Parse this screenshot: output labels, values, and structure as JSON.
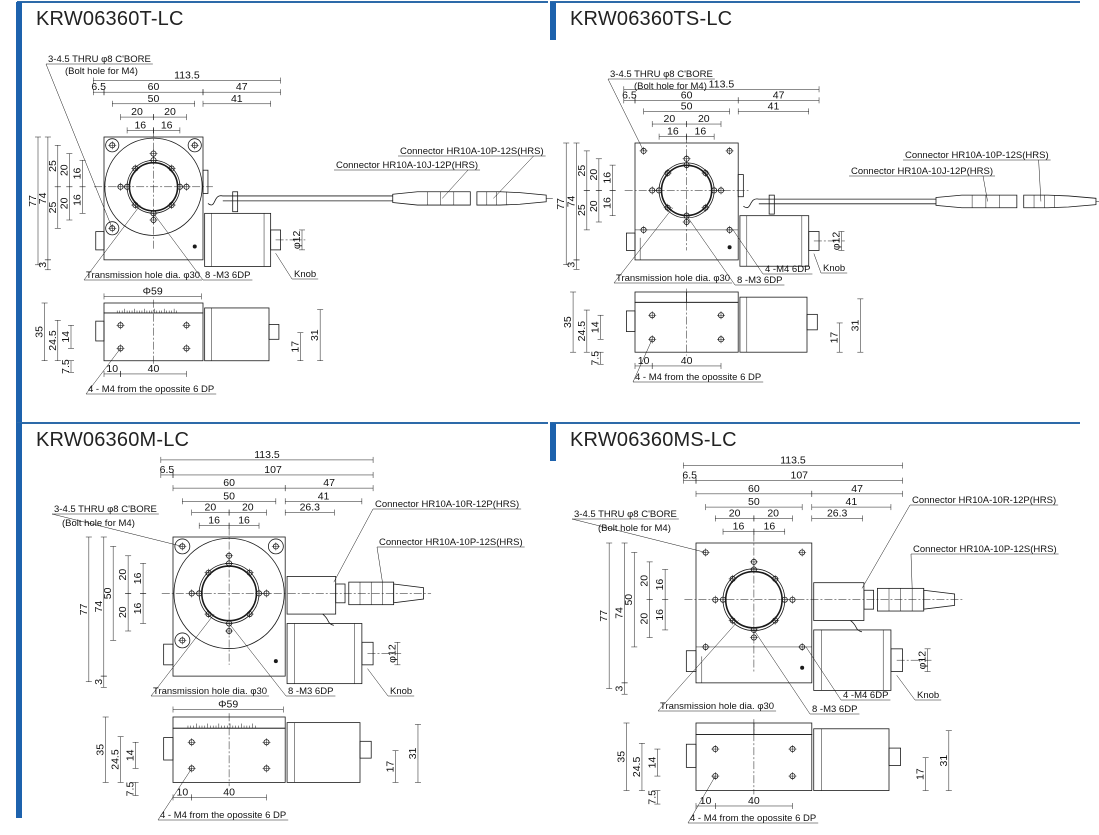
{
  "colors": {
    "accent": "#1d62ad",
    "line": "#2d6aa9",
    "drawing": "#1a1a1a"
  },
  "panels": [
    {
      "title": "KRW06360T-LC",
      "dims": {
        "total": "113.5",
        "d65": "6.5",
        "w60": "60",
        "d47": "47",
        "w50": "50",
        "d41": "41",
        "h20a": "20",
        "h20b": "20",
        "h16a": "16",
        "h16b": "16",
        "v77": "77",
        "v74": "74",
        "v25a": "25",
        "v25b": "25",
        "v20a": "20",
        "v20b": "20",
        "v16a": "16",
        "v16b": "16",
        "v3": "3",
        "phi12": "φ12",
        "phi59": "Φ59",
        "s35": "35",
        "s245": "24.5",
        "s14": "14",
        "s75": "7.5",
        "s10": "10",
        "s40": "40",
        "s17": "17",
        "s31": "31"
      },
      "callouts": {
        "bolt": "3-4.5 THRU φ8 C'BORE",
        "bolt_sub": "(Bolt hole for M4)",
        "transmission": "Transmission hole dia. φ30",
        "m3": "8 -M3 6DP",
        "knob": "Knob",
        "conn_a": "Connector HR10A-10P-12S(HRS)",
        "conn_b": "Connector HR10A-10J-12P(HRS)",
        "side_m4": "4 - M4 from the opossite  6 DP"
      }
    },
    {
      "title": "KRW06360TS-LC",
      "dims": {
        "total": "113.5",
        "d65": "6.5",
        "w60": "60",
        "d47": "47",
        "w50": "50",
        "d41": "41",
        "h20a": "20",
        "h20b": "20",
        "h16a": "16",
        "h16b": "16",
        "v77": "77",
        "v74": "74",
        "v25a": "25",
        "v25b": "25",
        "v20a": "20",
        "v20b": "20",
        "v16a": "16",
        "v16b": "16",
        "v3": "3",
        "phi12": "φ12",
        "s35": "35",
        "s245": "24.5",
        "s14": "14",
        "s75": "7.5",
        "s10": "10",
        "s40": "40",
        "s17": "17",
        "s31": "31"
      },
      "callouts": {
        "bolt": "3-4.5 THRU φ8 C'BORE",
        "bolt_sub": "(Bolt hole for M4)",
        "transmission": "Transmission hole dia. φ30",
        "m3": "8 -M3 6DP",
        "m4": "4 -M4 6DP",
        "knob": "Knob",
        "conn_a": "Connector HR10A-10P-12S(HRS)",
        "conn_b": "Connector HR10A-10J-12P(HRS)",
        "side_m4": "4 - M4 from the opossite  6 DP"
      }
    },
    {
      "title": "KRW06360M-LC",
      "dims": {
        "total": "113.5",
        "d65": "6.5",
        "d107": "107",
        "w60": "60",
        "d47": "47",
        "w50": "50",
        "d41": "41",
        "h20a": "20",
        "h20b": "20",
        "d263": "26.3",
        "h16a": "16",
        "h16b": "16",
        "v77": "77",
        "v74": "74",
        "v50": "50",
        "v20a": "20",
        "v20b": "20",
        "v16a": "16",
        "v16b": "16",
        "v3": "3",
        "phi12": "φ12",
        "phi59": "Φ59",
        "s35": "35",
        "s245": "24.5",
        "s14": "14",
        "s75": "7.5",
        "s10": "10",
        "s40": "40",
        "s17": "17",
        "s31": "31"
      },
      "callouts": {
        "bolt": "3-4.5 THRU φ8 C'BORE",
        "bolt_sub": "(Bolt hole for M4)",
        "transmission": "Transmission hole dia. φ30",
        "m3": "8 -M3 6DP",
        "knob": "Knob",
        "conn_a": "Connector HR10A-10R-12P(HRS)",
        "conn_b": "Connector HR10A-10P-12S(HRS)",
        "side_m4": "4 - M4 from the opossite  6 DP"
      }
    },
    {
      "title": "KRW06360MS-LC",
      "dims": {
        "total": "113.5",
        "d65": "6.5",
        "d107": "107",
        "w60": "60",
        "d47": "47",
        "w50": "50",
        "d41": "41",
        "h20a": "20",
        "h20b": "20",
        "d263": "26.3",
        "h16a": "16",
        "h16b": "16",
        "v77": "77",
        "v74": "74",
        "v50": "50",
        "v20a": "20",
        "v20b": "20",
        "v16a": "16",
        "v16b": "16",
        "v3": "3",
        "phi12": "φ12",
        "s35": "35",
        "s245": "24.5",
        "s14": "14",
        "s75": "7.5",
        "s10": "10",
        "s40": "40",
        "s17": "17",
        "s31": "31"
      },
      "callouts": {
        "bolt": "3-4.5 THRU φ8 C'BORE",
        "bolt_sub": "(Bolt hole for M4)",
        "transmission": "Transmission hole dia. φ30",
        "m3": "8 -M3 6DP",
        "m4": "4 -M4 6DP",
        "knob": "Knob",
        "conn_a": "Connector HR10A-10R-12P(HRS)",
        "conn_b": "Connector HR10A-10P-12S(HRS)",
        "side_m4": "4 - M4 from the opossite  6 DP"
      }
    }
  ]
}
